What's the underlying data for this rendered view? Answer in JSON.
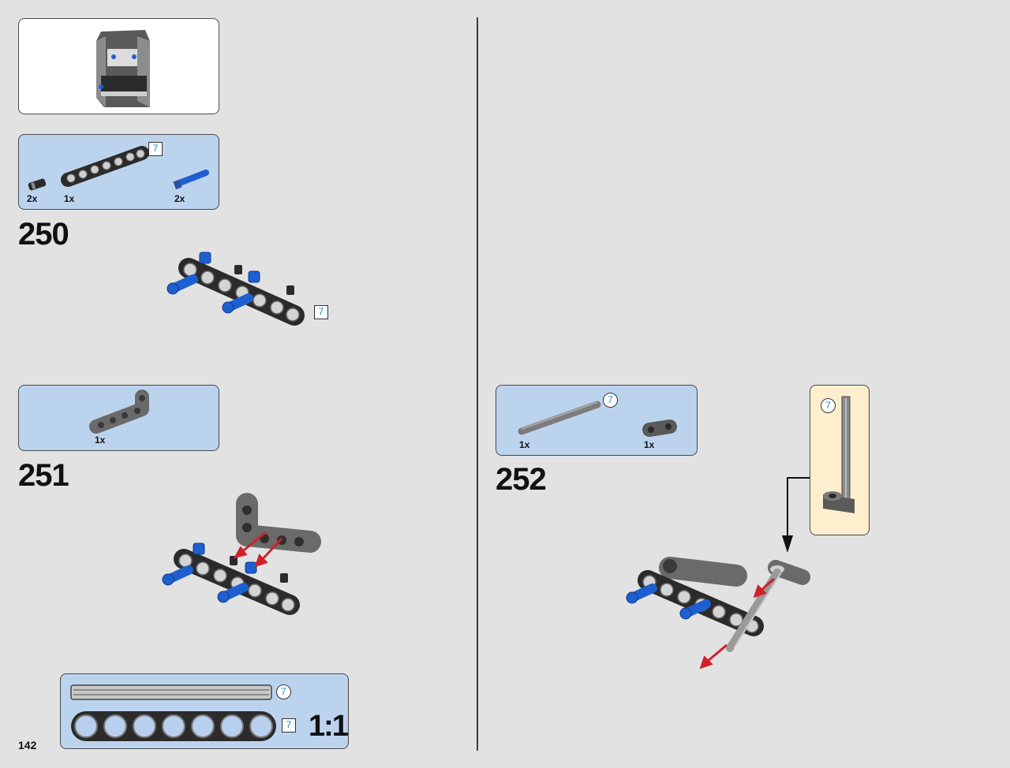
{
  "page": {
    "number": "142"
  },
  "colors": {
    "background": "#e2e2e2",
    "parts_panel": "#bcd3ee",
    "subassembly_panel": "#fdefcd",
    "beam_black": "#2b2b2b",
    "pin_blue": "#1e5fd0",
    "arrow_red": "#d0202a",
    "badge_text": "#1a8ac9"
  },
  "steps": [
    {
      "number": "250",
      "parts": [
        {
          "qty": "2x",
          "icon": "black-pin-icon"
        },
        {
          "qty": "1x",
          "icon": "black-beam-7-icon",
          "length_badge": "7"
        },
        {
          "qty": "2x",
          "icon": "blue-axle-pin-icon"
        }
      ],
      "assembly_length_badge": "7"
    },
    {
      "number": "251",
      "parts": [
        {
          "qty": "1x",
          "icon": "grey-l-beam-icon"
        }
      ]
    },
    {
      "number": "252",
      "parts": [
        {
          "qty": "1x",
          "icon": "grey-axle-7-icon",
          "length_badge": "7"
        },
        {
          "qty": "1x",
          "icon": "grey-link-icon"
        }
      ],
      "subassembly_length_badge": "7"
    }
  ],
  "scale_reference": {
    "axle_badge": "7",
    "beam_badge": "7",
    "label": "1:1"
  }
}
